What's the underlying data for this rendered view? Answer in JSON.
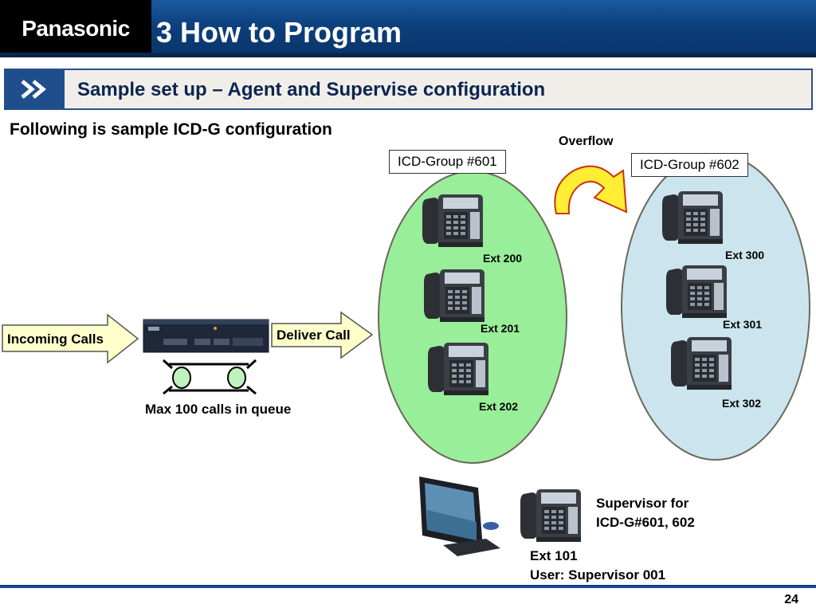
{
  "header": {
    "logo": "Panasonic",
    "title": "3 How to Program"
  },
  "subtitle": "Sample set up – Agent and Supervise configuration",
  "intro": "Following is sample ICD-G configuration",
  "diagram": {
    "overflow_label": "Overflow",
    "incoming_label": "Incoming Calls",
    "deliver_label": "Deliver Call",
    "queue_label": "Max 100 calls in queue",
    "groups": [
      {
        "name": "ICD-Group #601",
        "color": "#99ee99",
        "extensions": [
          "Ext 200",
          "Ext 201",
          "Ext 202"
        ]
      },
      {
        "name": "ICD-Group #602",
        "color": "#cce4ee",
        "extensions": [
          "Ext 300",
          "Ext 301",
          "Ext 302"
        ]
      }
    ],
    "supervisor": {
      "role_line1": "Supervisor for",
      "role_line2": "ICD-G#601, 602",
      "ext": "Ext 101",
      "user": "User: Supervisor 001"
    }
  },
  "footer": {
    "page_number": "24"
  },
  "colors": {
    "header_blue": "#0d3f7d",
    "arrow_fill": "#ffffcc",
    "overflow_arrow": "#ffee33"
  }
}
